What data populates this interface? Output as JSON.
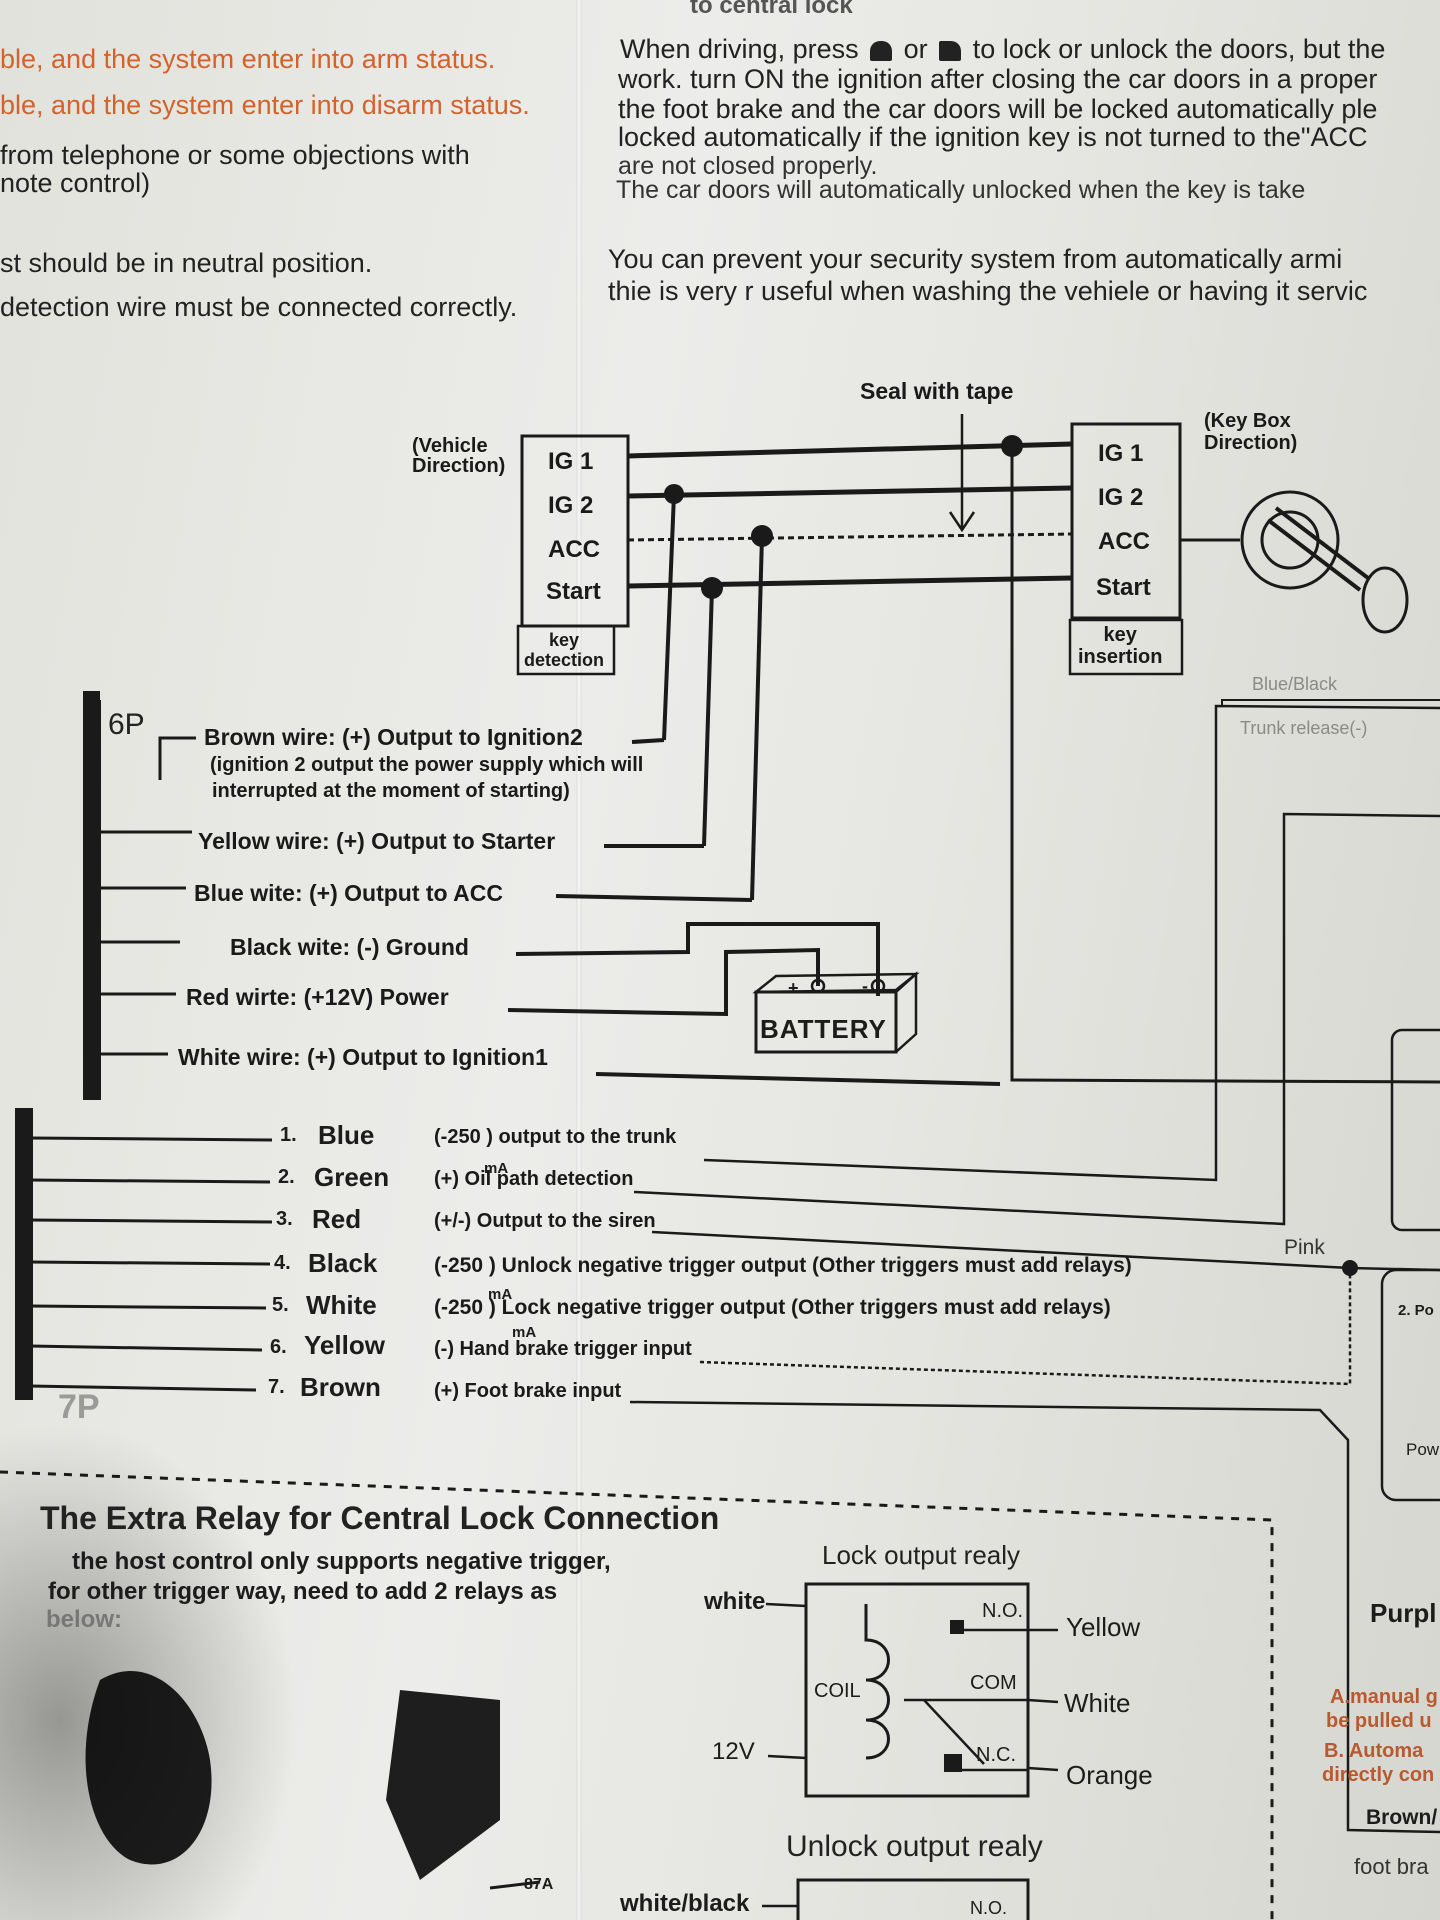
{
  "top_left": {
    "line1": "ble, and the system enter into arm status.",
    "line2": "ble, and the system enter into disarm status.",
    "line3": "from telephone or some objections with",
    "line4": "note control)",
    "line5": "st should be in neutral position.",
    "line6": "detection wire must be connected correctly."
  },
  "top_right": {
    "header": "to central lock",
    "line1": "When driving, press",
    "line1b": "or",
    "line1c": "to lock or unlock the doors, but the",
    "line2": "work. turn ON the ignition after closing the car doors in a proper",
    "line3": "the foot brake and the car doors will be locked automatically ple",
    "line4": "locked automatically if the ignition key is not turned to the\"ACC",
    "line5": "are not closed properly.",
    "line6": "The car doors will automatically unlocked when the key is take",
    "line7": "You can prevent your security system from automatically armi",
    "line8": "thie is very r useful when washing the vehiele or having it servic"
  },
  "diagram": {
    "seal_label": "Seal with tape",
    "vehicle_direction": "(Vehicle\nDirection)",
    "key_box_direction": "(Key Box\nDirection)",
    "left_block": [
      "IG 1",
      "IG 2",
      "ACC",
      "Start"
    ],
    "left_key": "key\ndetection",
    "right_block": [
      "IG 1",
      "IG 2",
      "ACC",
      "Start"
    ],
    "right_key": "key\ninsertion",
    "connector_6p": "6P",
    "connector_7p": "7P",
    "battery": "BATTERY",
    "battery_plus": "+",
    "battery_minus": "-",
    "wires_6p": [
      "Brown wire: (+) Output to Ignition2",
      "(ignition 2 output the power supply which will",
      "interrupted at the moment of starting)",
      "Yellow wire: (+) Output to Starter",
      "Blue wite: (+) Output to ACC",
      "Black wite: (-) Ground",
      "Red wirte: (+12V) Power",
      "White wire: (+) Output to Ignition1"
    ],
    "wires_7p": [
      {
        "num": "1.",
        "color": "Blue",
        "desc": "(-250    ) output to the trunk"
      },
      {
        "num": "2.",
        "color": "Green",
        "desc": "(+) Oil path detection"
      },
      {
        "num": "3.",
        "color": "Red",
        "desc": "(+/-) Output to the siren"
      },
      {
        "num": "4.",
        "color": "Black",
        "desc": "(-250    ) Unlock negative trigger output  (Other triggers must add relays)"
      },
      {
        "num": "5.",
        "color": "White",
        "desc": "(-250    ) Lock negative trigger output  (Other triggers must add relays)"
      },
      {
        "num": "6.",
        "color": "Yellow",
        "desc": "(-) Hand brake trigger input"
      },
      {
        "num": "7.",
        "color": "Brown",
        "desc": "(+) Foot brake input"
      }
    ],
    "ma": "mA",
    "pink": "Pink",
    "right_edge": {
      "blue_black": "Blue/Black",
      "trunk_release": "Trunk release(-)",
      "two_p": "2. Po",
      "pow": "Pow",
      "purple": "Purpl",
      "manual1": "A.manual g",
      "manual2": "be pulled u",
      "manual3": "B. Automa",
      "manual4": "directly con",
      "brown": "Brown/",
      "foot": "foot bra"
    }
  },
  "relay_section": {
    "title": "The Extra Relay for Central Lock Connection",
    "desc1": "the host control only supports negative trigger,",
    "desc2": "for other trigger way, need to add 2 relays as",
    "desc3": "below:",
    "lock_title": "Lock output realy",
    "unlock_title": "Unlock output realy",
    "white": "white",
    "v12": "12V",
    "coil": "COIL",
    "no": "N.O.",
    "com": "COM",
    "nc": "N.C.",
    "yellow": "Yellow",
    "white_out": "White",
    "orange": "Orange",
    "label_87a": "87A",
    "white_black": "white/black",
    "no2": "N.O."
  }
}
